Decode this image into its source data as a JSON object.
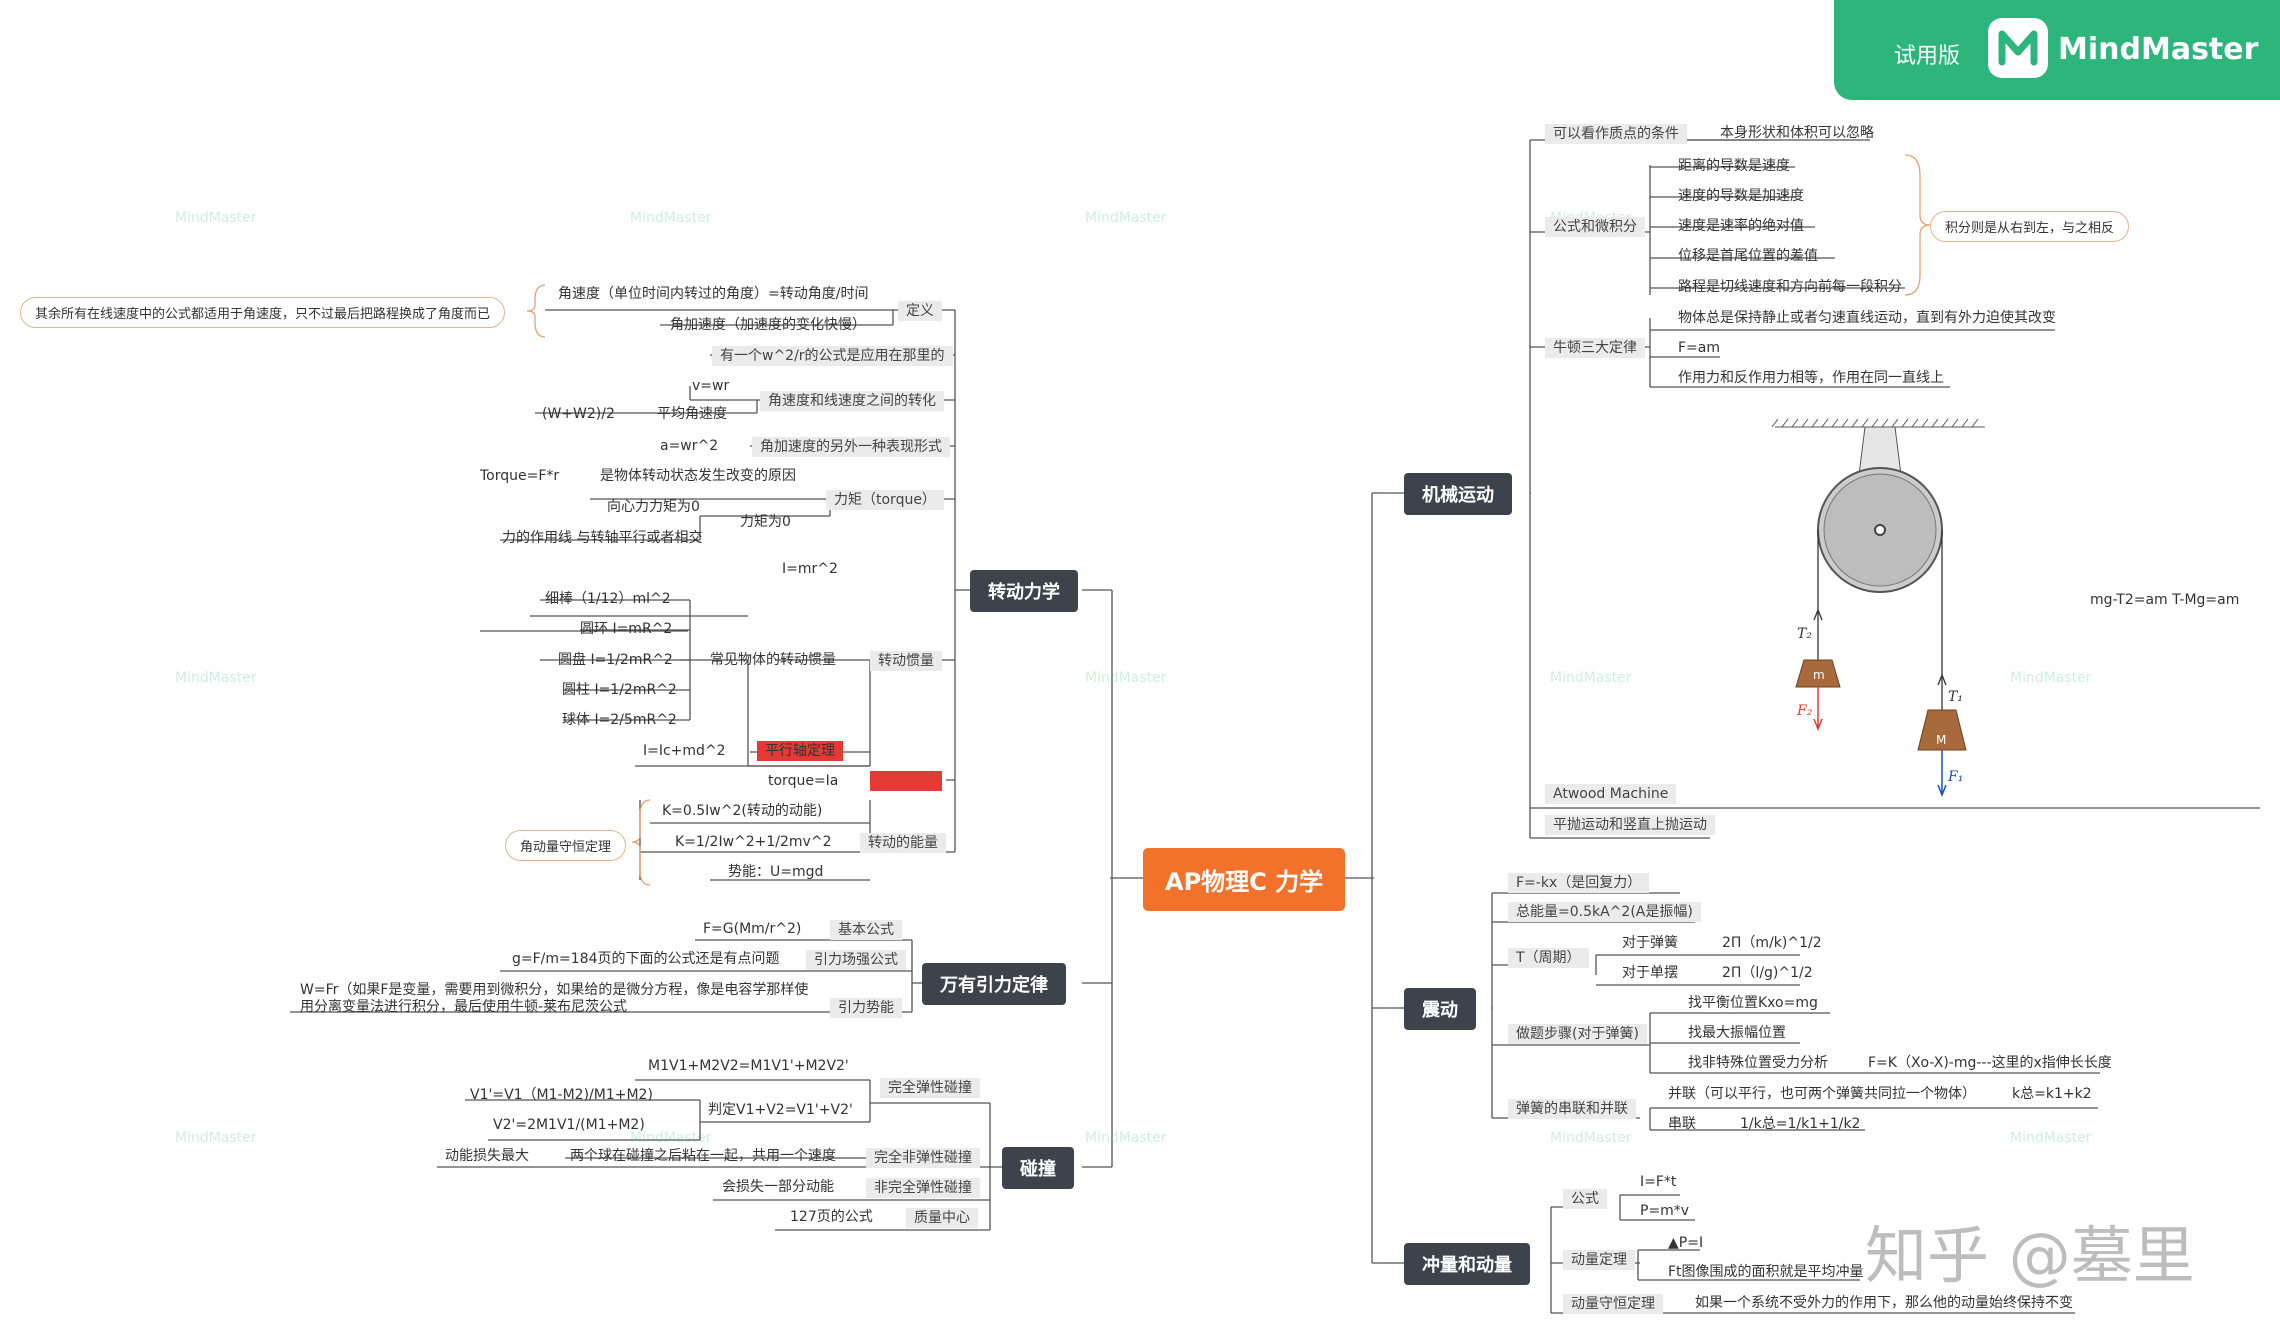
{
  "brand": {
    "trial": "试用版",
    "name": "MindMaster",
    "watermark": "MindMaster",
    "credit": "知乎 @墓里"
  },
  "root": "AP物理C 力学",
  "branches": {
    "rotation": "转动力学",
    "gravitation": "万有引力定律",
    "collision": "碰撞",
    "mechanics": "机械运动",
    "vibration": "震动",
    "momentum": "冲量和动量"
  },
  "rotation": {
    "def_label": "定义",
    "angular_velocity": "角速度（单位时间内转过的角度）=转动角度/时间",
    "angular_accel": "角加速度（加速度的变化快慢）",
    "note_linear": "其余所有在线速度中的公式都适用于角速度，只不过最后把路程换成了角度而已",
    "w2r": "有一个w^2/r的公式是应用在那里的",
    "conv_label": "角速度和线速度之间的转化",
    "v_wr": "v=wr",
    "avg_label": "平均角速度",
    "avg_formula": "(W+W2)/2",
    "alt_label": "角加速度的另外一种表现形式",
    "a_wr2": "a=wr^2",
    "torque_label": "力矩（torque）",
    "torque_formula": "Torque=F*r",
    "torque_cause": "是物体转动状态发生改变的原因",
    "zero_label": "力矩为0",
    "zero_1": "向心力力矩为0",
    "zero_2": "力的作用线 与转轴平行或者相交",
    "inertia_label": "转动惯量",
    "i_mr2": "I=mr^2",
    "common_label": "常见物体的转动惯量",
    "rod": "细棒（1/12）ml^2",
    "ring": "圆环 I=mR^2",
    "disk": "圆盘 I=1/2mR^2",
    "cyl": "圆柱 I=1/2mR^2",
    "sphere": "球体 I=2/5mR^2",
    "parallel": "I=Ic+md^2",
    "parallel_label": "平行轴定理",
    "torque_ia": "torque=Ia",
    "energy_label": "转动的能量",
    "ke_rot": "K=0.5Iw^2(转动的动能)",
    "ke_total": "K=1/2Iw^2+1/2mv^2",
    "pe": "势能：U=mgd",
    "note_am": "角动量守恒定理"
  },
  "gravitation": {
    "basic_label": "基本公式",
    "basic": "F=G(Mm/r^2)",
    "field_label": "引力场强公式",
    "field": "g=F/m=184页的下面的公式还是有点问题",
    "pe_label": "引力势能",
    "pe_1": "W=Fr（如果F是变量，需要用到微积分，如果给的是微分方程，像是电容学那样使",
    "pe_2": "用分离变量法进行积分，最后使用牛顿-莱布尼茨公式"
  },
  "collision": {
    "elastic_label": "完全弹性碰撞",
    "momentum": "M1V1+M2V2=M1V1'+M2V2'",
    "judge": "判定V1+V2=V1'+V2'",
    "v1": "V1'=V1（M1-M2)/M1+M2)",
    "v2": "V2'=2M1V1/(M1+M2)",
    "inelastic_label": "完全非弹性碰撞",
    "inelastic": "两个球在碰撞之后粘在一起，共用一个速度",
    "ke_max": "动能损失最大",
    "partial_label": "非完全弹性碰撞",
    "partial": "会损失一部分动能",
    "com_label": "质量中心",
    "com": "127页的公式"
  },
  "mechanics": {
    "point_label": "可以看作质点的条件",
    "point": "本身形状和体积可以忽略",
    "calc_label": "公式和微积分",
    "c1": "距离的导数是速度",
    "c2": "速度的导数是加速度",
    "c3": "速度是速率的绝对值",
    "c4": "位移是首尾位置的差值",
    "c5": "路程是切线速度和方向前每一段积分",
    "note_int": "积分则是从右到左，与之相反",
    "newton_label": "牛顿三大定律",
    "n1": "物体总是保持静止或者匀速直线运动，直到有外力迫使其改变",
    "n2": "F=am",
    "n3": "作用力和反作用力相等，作用在同一直线上",
    "atwood_label": "Atwood Machine",
    "eq": "mg-T2=am    T-Mg=am",
    "proj": "平抛运动和竖直上抛运动",
    "m_small": "m",
    "m_big": "M",
    "t2": "T₂",
    "t1": "T₁",
    "f2": "F₂",
    "f1": "F₁"
  },
  "vibration": {
    "hooke": "F=-kx（是回复力）",
    "energy": "总能量=0.5kA^2(A是振幅)",
    "period_label": "T（周期）",
    "spring_label": "对于弹簧",
    "spring": "2Π（m/k)^1/2",
    "pend_label": "对于单摆",
    "pend": "2Π（l/g)^1/2",
    "steps_label": "做题步骤(对于弹簧)",
    "s1": "找平衡位置Kxo=mg",
    "s2": "找最大振幅位置",
    "s3": "找非特殊位置受力分析",
    "s3b": "F=K（Xo-X)-mg---这里的x指伸长长度",
    "combo_label": "弹簧的串联和并联",
    "parallel": "并联（可以平行，也可两个弹簧共同拉一个物体）",
    "parallel_f": "k总=k1+k2",
    "series": "串联",
    "series_f": "1/k总=1/k1+1/k2"
  },
  "momentum": {
    "formula_label": "公式",
    "f1": "I=F*t",
    "f2": "P=m*v",
    "theorem_label": "动量定理",
    "t1": "▲P=I",
    "t2": "Ft图像围成的面积就是平均冲量",
    "cons_label": "动量守恒定理",
    "cons": "如果一个系统不受外力的作用下，那么他的动量始终保持不变"
  }
}
